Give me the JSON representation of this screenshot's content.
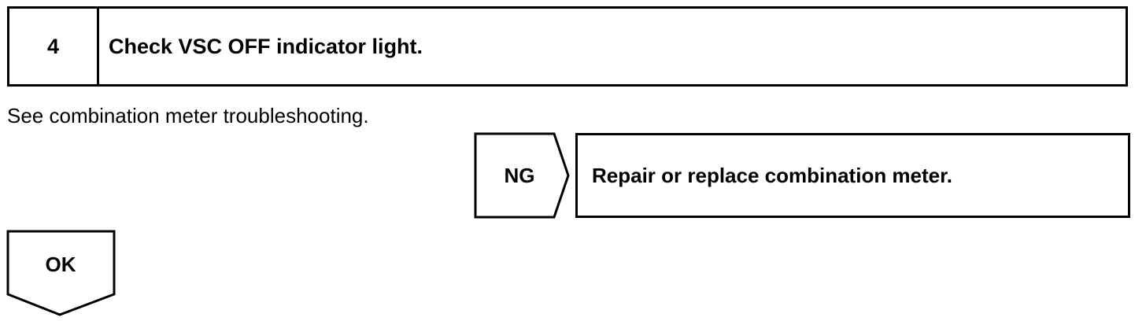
{
  "step": {
    "number": "4",
    "title": "Check VSC OFF indicator light."
  },
  "instruction": "See combination meter troubleshooting.",
  "ng_branch": {
    "label": "NG",
    "action": "Repair or replace combination meter."
  },
  "ok_branch": {
    "label": "OK"
  }
}
